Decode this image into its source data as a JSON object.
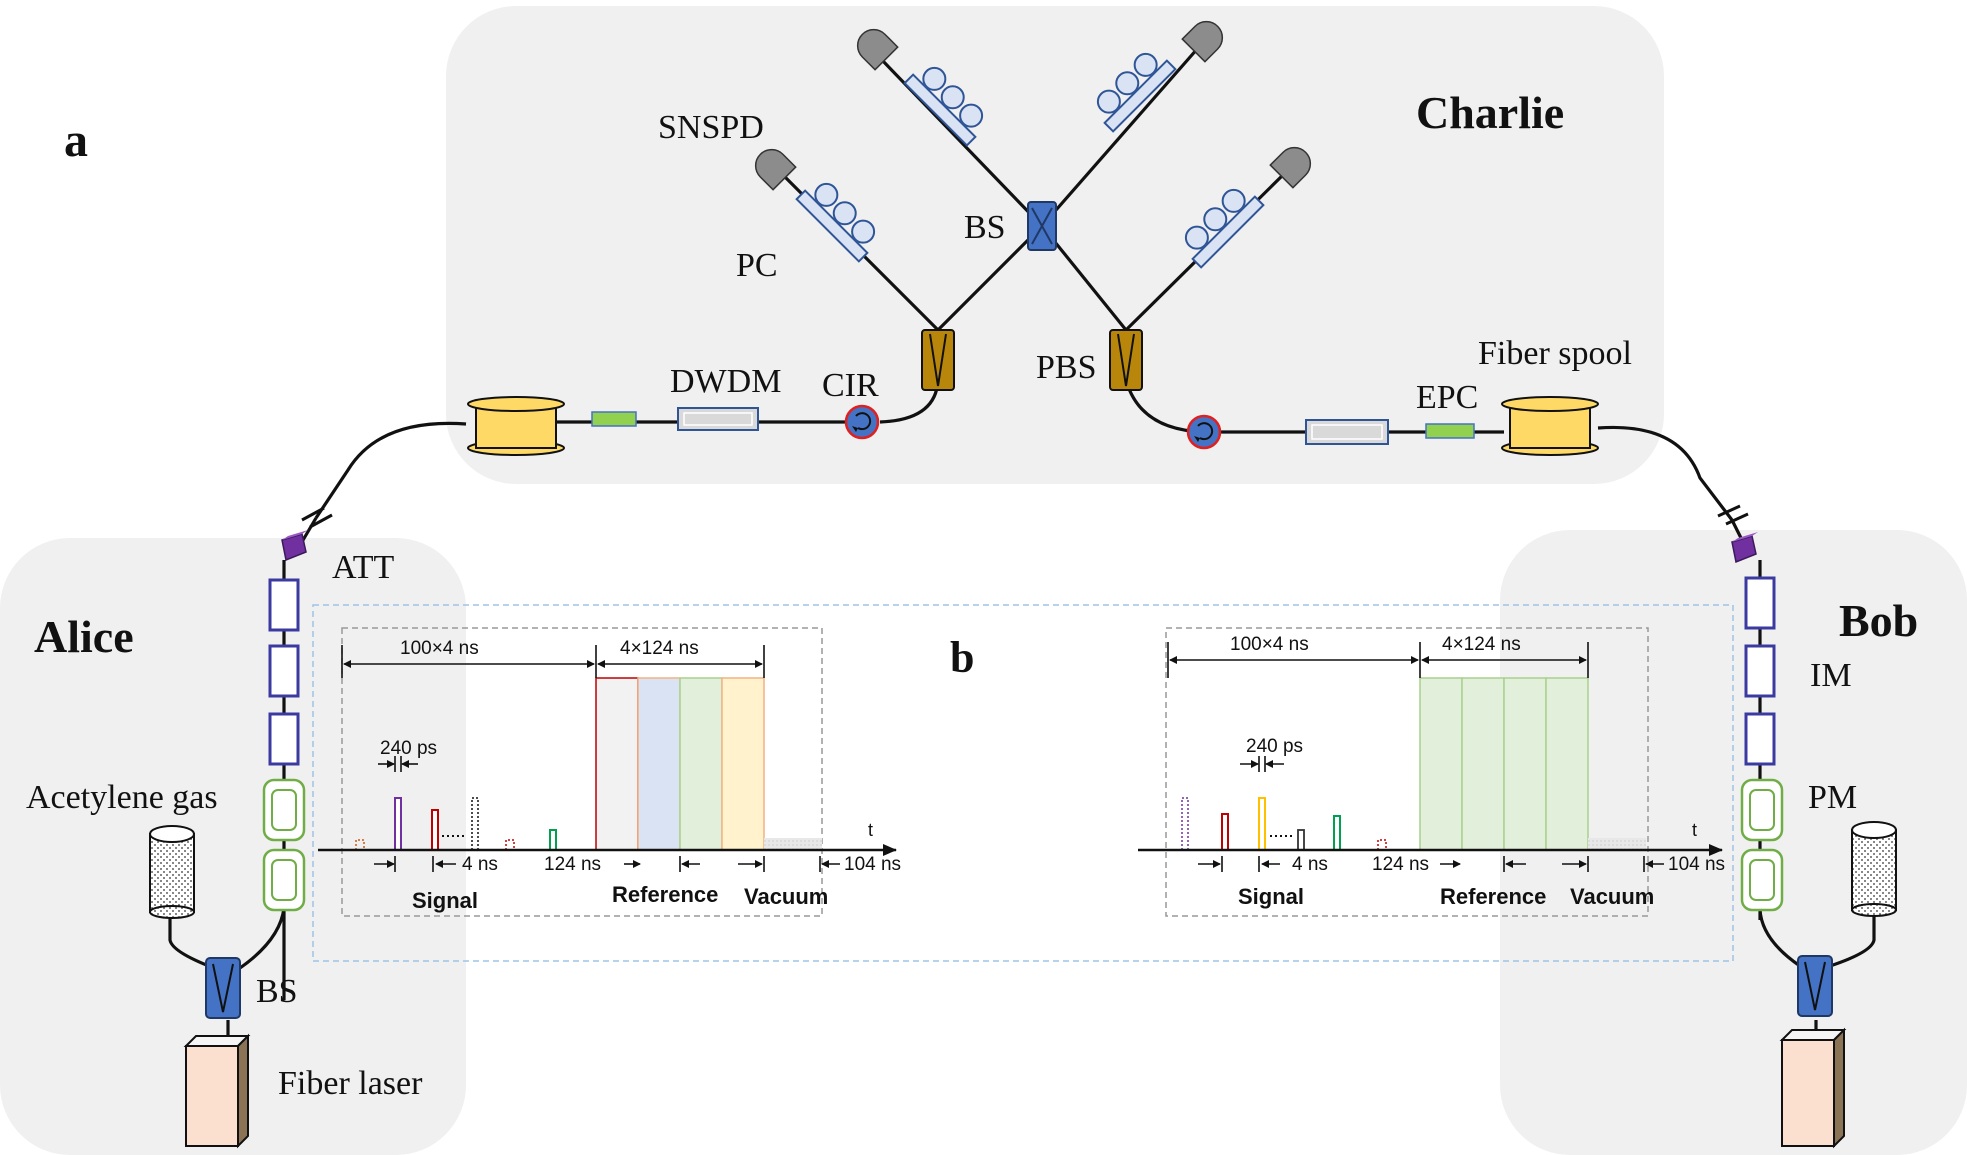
{
  "panel_labels": {
    "a": "a",
    "b": "b"
  },
  "regions": {
    "charlie": "Charlie",
    "alice": "Alice",
    "bob": "Bob"
  },
  "components": {
    "snspd": "SNSPD",
    "pc": "PC",
    "bs_top": "BS",
    "dwdm": "DWDM",
    "cir": "CIR",
    "pbs": "PBS",
    "epc": "EPC",
    "fiber_spool": "Fiber spool",
    "att": "ATT",
    "acetylene_gas": "Acetylene gas",
    "bs_alice": "BS",
    "fiber_laser": "Fiber laser",
    "im": "IM",
    "pm": "PM"
  },
  "timing_alice": {
    "top_left_span": "100×4 ns",
    "top_right_span": "4×124 ns",
    "pulse_width": "240 ps",
    "spacing": "4 ns",
    "gap": "124 ns",
    "vacuum_gap": "104 ns",
    "axis": "t",
    "signal": "Signal",
    "reference": "Reference",
    "vacuum": "Vacuum"
  },
  "timing_bob": {
    "top_left_span": "100×4 ns",
    "top_right_span": "4×124 ns",
    "pulse_width": "240 ps",
    "spacing": "4 ns",
    "gap": "124 ns",
    "vacuum_gap": "104 ns",
    "axis": "t",
    "signal": "Signal",
    "reference": "Reference",
    "vacuum": "Vacuum"
  },
  "colors": {
    "panel_bg": "#f0f0f0",
    "spool": "#ffd966",
    "bs_blue": "#4472c4",
    "pbs_gold": "#b8860b",
    "im_purple": "#3a3aa0",
    "pm_green": "#70ad47",
    "att_purple": "#7030a0",
    "laser": "#fbe0d0",
    "ref_red": "#c00000",
    "ref_blue": "#dae3f3",
    "ref_green": "#e2efda",
    "ref_yellow": "#fff2cc"
  }
}
